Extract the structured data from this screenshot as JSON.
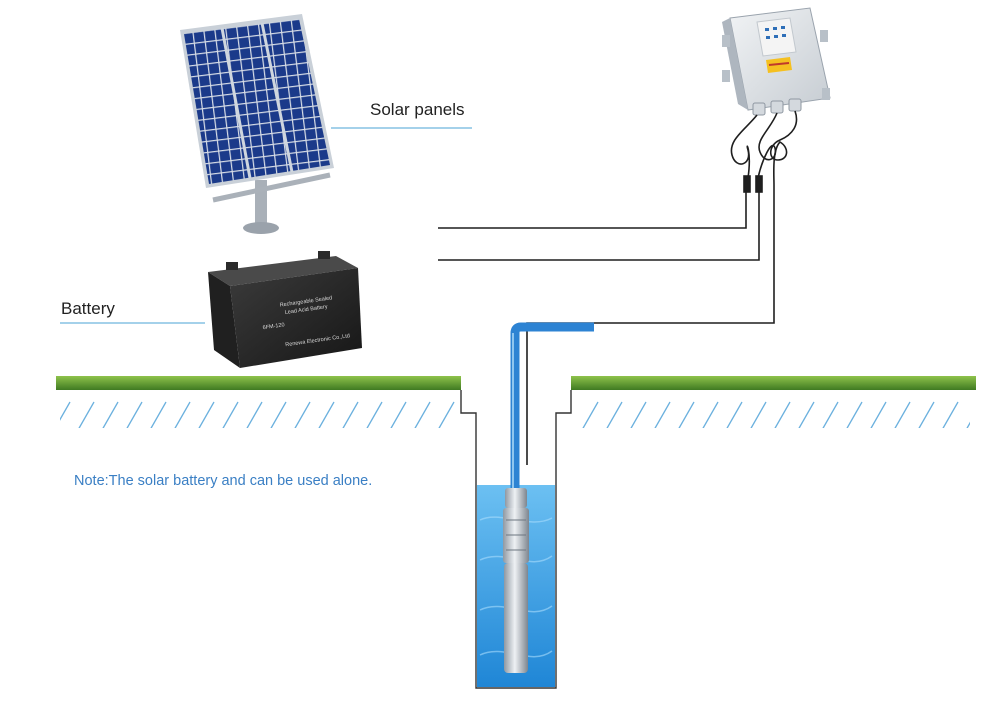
{
  "labels": {
    "solar_panels": "Solar panels",
    "battery": "Battery",
    "note": "Note:The solar battery and can be used alone."
  },
  "battery_face": {
    "line1": "Rechargeable Sealed",
    "line2": "Lead Acid Battery",
    "model": "6FM-120",
    "maker": "Renewa Electronic Co.,Ltd"
  },
  "colors": {
    "leader_line": "#4aa3d6",
    "note_text": "#3a7fc4",
    "water": "#3fa3e6",
    "pipe": "#2d83d3",
    "cable": "#1f1f1f",
    "grass": "#5c9b32",
    "hatch": "#6bb0de",
    "panel_cell": "#1b3a8a",
    "controller_body": "#dfe3e8",
    "pump_body": "#c7cdd4"
  },
  "icons": {
    "solar_panels": "solar-panel-array-icon",
    "battery": "battery-icon",
    "controller": "pump-controller-icon",
    "pump": "submersible-pump-icon"
  }
}
